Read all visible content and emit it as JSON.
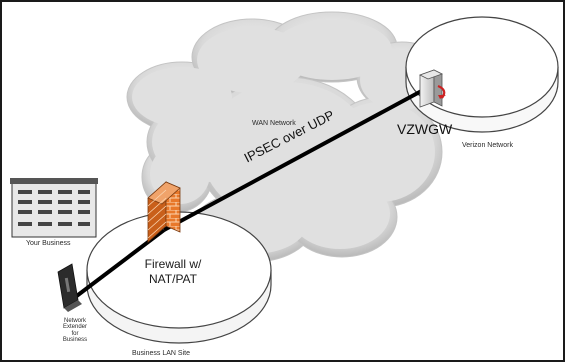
{
  "labels": {
    "wan_network": "WAN Network",
    "ipsec_link": "IPSEC over UDP",
    "vzwgw": "VZWGW",
    "verizon_network": "Verizon Network",
    "your_business": "Your Business",
    "firewall_line1": "Firewall w/",
    "firewall_line2": "NAT/PAT",
    "network_extender_lines": [
      "Network",
      "Extender",
      "for",
      "Business"
    ],
    "business_lan_site": "Business LAN Site"
  },
  "icons": [
    "cloud-icon",
    "server-icon",
    "firewall-icon",
    "building-icon",
    "network-extender-icon"
  ],
  "colors": {
    "firewall_brick": "#e8782a",
    "firewall_mortar": "#fbd5b0",
    "cloud": "#d9d9d9",
    "gateway_arrow": "#cc2222",
    "tunnel_line": "#000000"
  }
}
